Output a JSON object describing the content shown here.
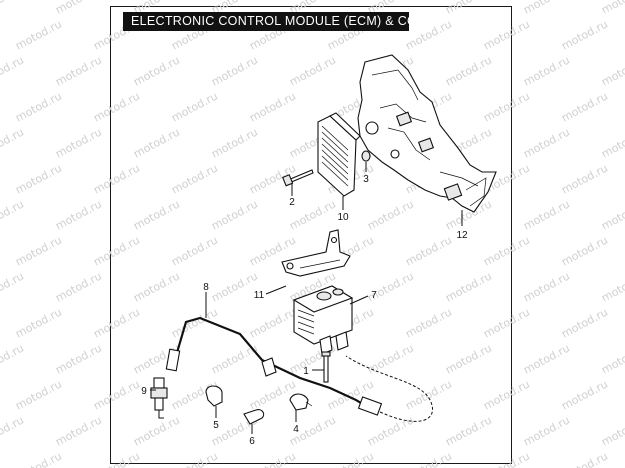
{
  "title": "ELECTRONIC CONTROL MODULE (ECM) & COIL",
  "watermark": "motod.ru",
  "callouts": [
    {
      "id": "label-1",
      "text": "1"
    },
    {
      "id": "label-2",
      "text": "2"
    },
    {
      "id": "label-3",
      "text": "3"
    },
    {
      "id": "label-4",
      "text": "4"
    },
    {
      "id": "label-5",
      "text": "5"
    },
    {
      "id": "label-6",
      "text": "6"
    },
    {
      "id": "label-7",
      "text": "7"
    },
    {
      "id": "label-8",
      "text": "8"
    },
    {
      "id": "label-9",
      "text": "9"
    },
    {
      "id": "label-10",
      "text": "10"
    },
    {
      "id": "label-11",
      "text": "11"
    },
    {
      "id": "label-12",
      "text": "12"
    }
  ]
}
